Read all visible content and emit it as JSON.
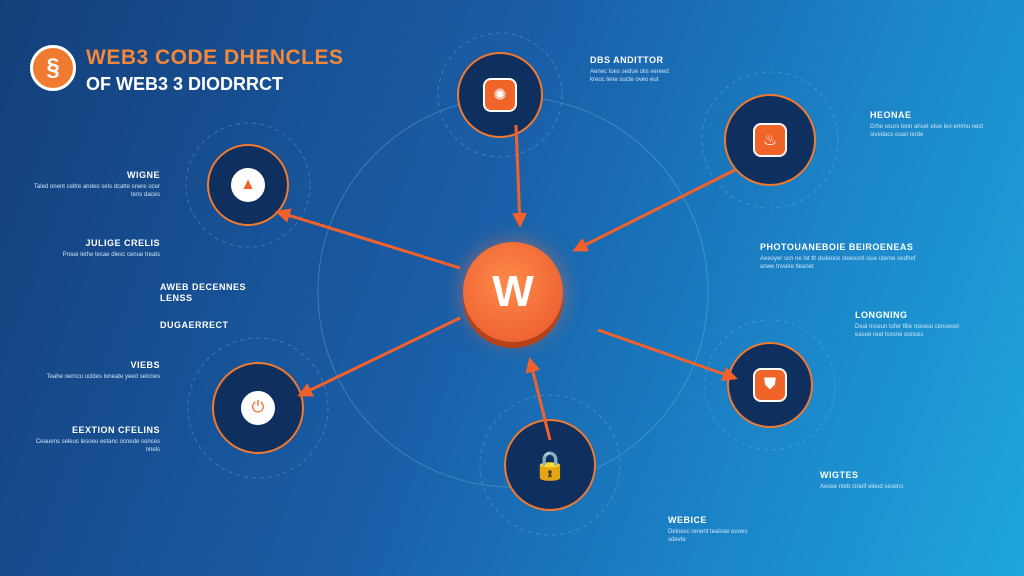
{
  "header": {
    "title_line1": "WEB3 CODE DHENCLES",
    "title_line2": "OF WEB3 3 DIODRRCT",
    "logo_icon": "dna-icon"
  },
  "center": {
    "label": "W"
  },
  "nodes": [
    {
      "id": "top",
      "icon": "network-icon",
      "glyph": "✺"
    },
    {
      "id": "top-right",
      "icon": "flame-icon",
      "glyph": "♨"
    },
    {
      "id": "left",
      "icon": "cone-icon",
      "glyph": "▲"
    },
    {
      "id": "left-bottom",
      "icon": "power-icon",
      "glyph": "⏻"
    },
    {
      "id": "bottom",
      "icon": "lock-icon",
      "glyph": "🔒"
    },
    {
      "id": "right",
      "icon": "shield-icon",
      "glyph": "⛊"
    }
  ],
  "blocks": [
    {
      "heading": "DBS ANDITTOR",
      "text": "Aenec toes sedue olis vereed kreoc lene sucte oveo eut"
    },
    {
      "heading": "HEONAE",
      "text": "Drhe ocurs lenn ahset etue leo emmu nect sivedacs ouan lerde"
    },
    {
      "heading": "WIGNE",
      "text": "Taled onent celtre andeo sels dcatte snere ocer tens daces"
    },
    {
      "heading": "JULIGE CRELIS",
      "text": "Preue lethe tecae dlesc cenue treats"
    },
    {
      "heading": "AWEB DECENNES LENSS",
      "text": ""
    },
    {
      "heading": "DUGAERRECT",
      "text": ""
    },
    {
      "heading": "VIEBS",
      "text": "Teahe oerncu ocldes loneate yeed selcnes"
    },
    {
      "heading": "EEXTION CFELINS",
      "text": "Ceauens seleus lesoeu eetanc ocnede sonces nnels"
    },
    {
      "heading": "PHOTOUANEBOIE BEIROENEAS",
      "text": "Aeeoyer scn ne lot tlt dsdeuce steesonl ciue uteme oedhef anwe tnvalre tleanet"
    },
    {
      "heading": "LONGNING",
      "text": "Deal moeun tofer ttlie nseasu cenueset easue reat lcesne ounces"
    },
    {
      "heading": "WIGTES",
      "text": "Aeuse nteb ctnelf eleud sesens"
    },
    {
      "heading": "WEBICE",
      "text": "Deloesc renent tealsoe ounes sdevte"
    }
  ],
  "colors": {
    "accent": "#f0642a",
    "bg_dark": "#143f7a",
    "bg_light": "#1fa6dc"
  }
}
